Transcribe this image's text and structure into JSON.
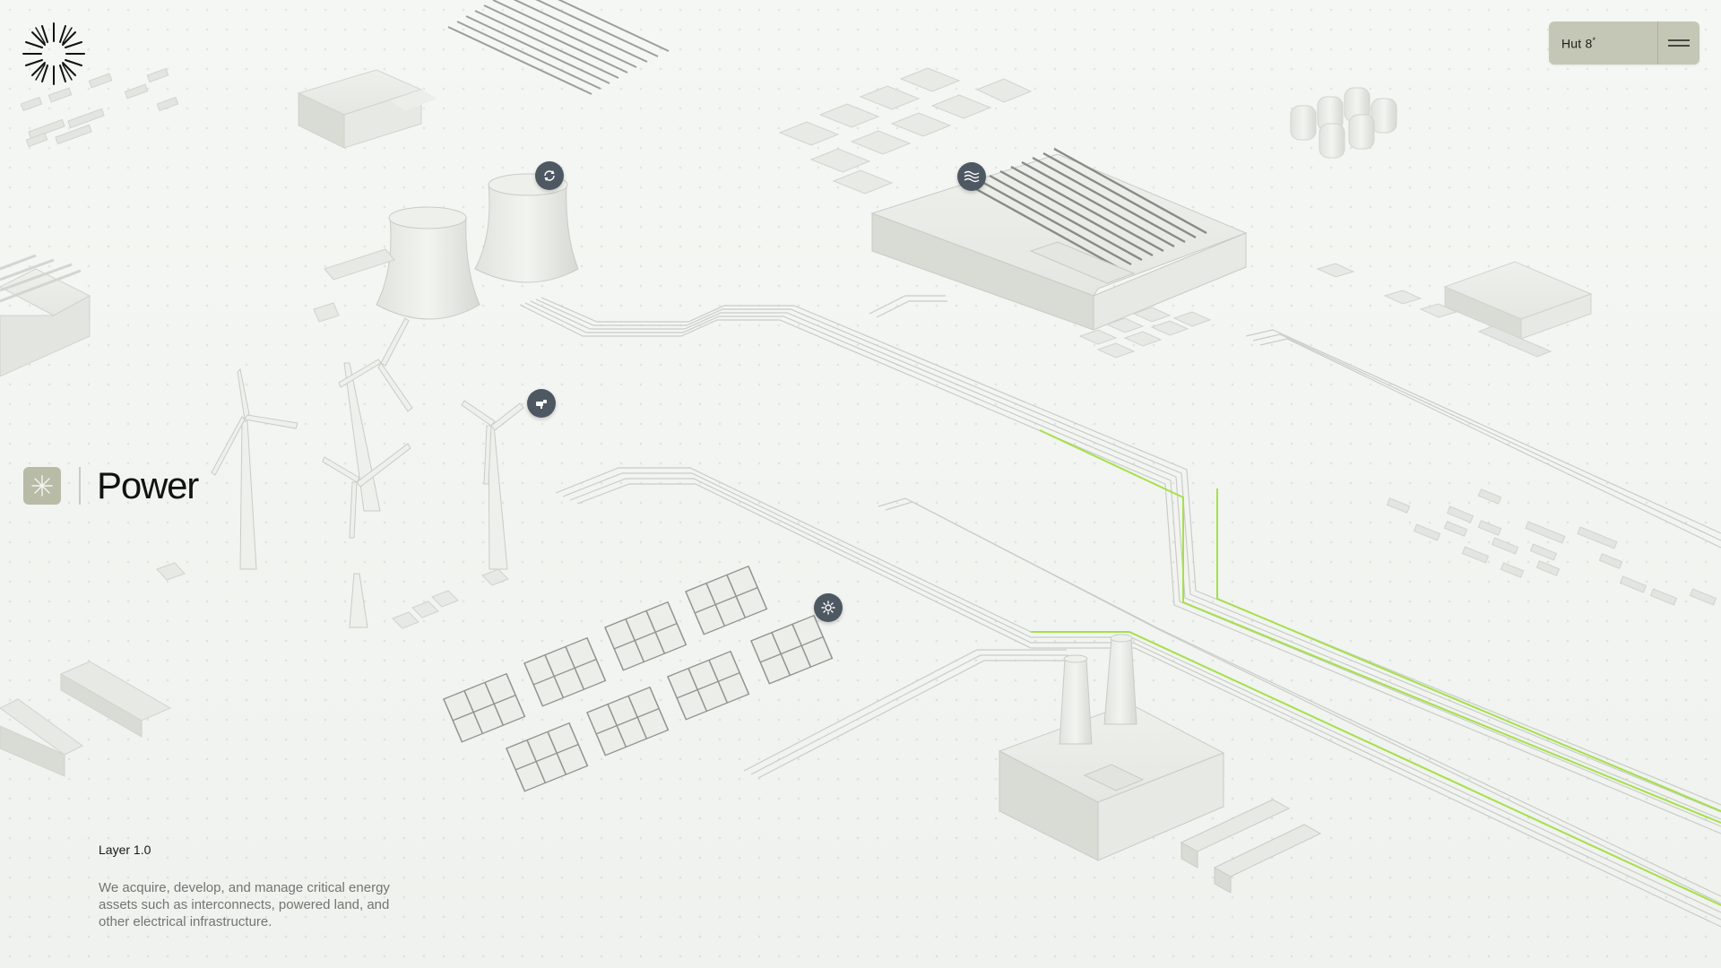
{
  "header": {
    "brand_name": "Hut 8",
    "brand_mark": "*",
    "logo_icon": "sunburst-logo-icon",
    "menu_icon": "hamburger-menu-icon"
  },
  "layer": {
    "title": "Power",
    "icon": "asterisk-icon",
    "label": "Layer 1.0",
    "description": "We acquire, develop, and manage critical energy assets such as interconnects, powered land, and other electrical infrastructure."
  },
  "hotspots": [
    {
      "name": "cooling-tower-hotspot",
      "icon": "recycle-icon"
    },
    {
      "name": "data-center-hotspot",
      "icon": "waves-icon"
    },
    {
      "name": "wind-turbine-hotspot",
      "icon": "wind-icon"
    },
    {
      "name": "solar-panel-hotspot",
      "icon": "sun-icon"
    }
  ],
  "colors": {
    "background": "#f3f5f2",
    "accent_line": "#a6e04a",
    "menu_pill": "#c5c7b6",
    "layer_icon_bg": "#b8bba6",
    "hotspot_bg": "#4d5862",
    "structure_fill": "#e6e9e4",
    "structure_side": "#d3d7d0"
  }
}
